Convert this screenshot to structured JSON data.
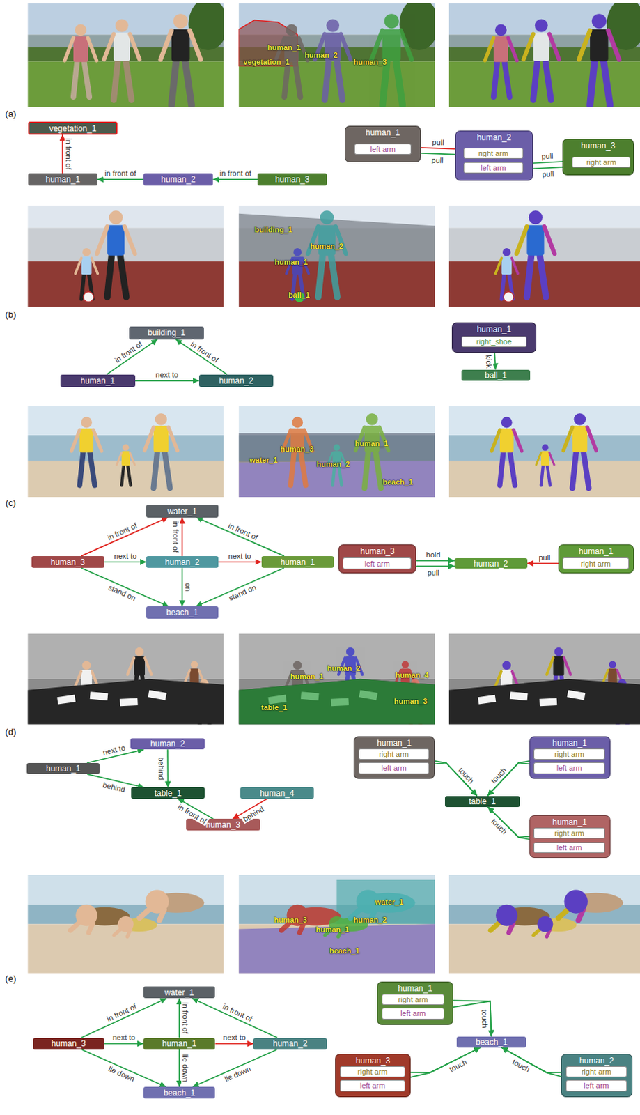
{
  "diagram": {
    "nodes": [
      {
        "text": [
          "vegetation_1"
        ]
      },
      {
        "text": [
          "human_1"
        ]
      },
      {
        "text": [
          "human_2"
        ]
      },
      {
        "text": [
          "human_3"
        ]
      },
      {
        "text": [
          "human_1"
        ]
      },
      {
        "text": [
          "left arm"
        ],
        "in": 4
      },
      {
        "text": [
          "human_2"
        ]
      },
      {
        "text": [
          "right arm"
        ],
        "in": 6
      },
      {
        "text": [
          "left arm"
        ],
        "in": 6
      },
      {
        "text": [
          "human_3"
        ]
      },
      {
        "text": [
          "right arm"
        ],
        "in": 9
      },
      {
        "text": [
          "building_1"
        ]
      },
      {
        "text": [
          "human_1"
        ]
      },
      {
        "text": [
          "human_2"
        ]
      },
      {
        "text": [
          "human_1"
        ]
      },
      {
        "text": [
          "right_shoe"
        ],
        "in": 14
      },
      {
        "text": [
          "ball_1"
        ]
      },
      {
        "text": [
          "water_1"
        ]
      },
      {
        "text": [
          "human_3"
        ]
      },
      {
        "text": [
          "human_2"
        ]
      },
      {
        "text": [
          "human_1"
        ]
      },
      {
        "text": [
          "beach_1"
        ]
      },
      {
        "text": [
          "human_3"
        ]
      },
      {
        "text": [
          "left arm"
        ],
        "in": 22
      },
      {
        "text": [
          "human_2"
        ]
      },
      {
        "text": [
          "human_1"
        ]
      },
      {
        "text": [
          "right arm"
        ],
        "in": 25
      },
      {
        "text": [
          "human_2"
        ]
      },
      {
        "text": [
          "human_1"
        ]
      },
      {
        "text": [
          "table_1"
        ]
      },
      {
        "text": [
          "human_4"
        ]
      },
      {
        "text": [
          "human_3"
        ]
      },
      {
        "text": [
          "human_1"
        ]
      },
      {
        "text": [
          "right arm"
        ],
        "in": 32
      },
      {
        "text": [
          "left arm"
        ],
        "in": 32
      },
      {
        "text": [
          "human_1"
        ]
      },
      {
        "text": [
          "right arm"
        ],
        "in": 35
      },
      {
        "text": [
          "left arm"
        ],
        "in": 35
      },
      {
        "text": [
          "table_1"
        ]
      },
      {
        "text": [
          "human_1"
        ]
      },
      {
        "text": [
          "right arm"
        ],
        "in": 39
      },
      {
        "text": [
          "left arm"
        ],
        "in": 39
      },
      {
        "text": [
          "water_1"
        ]
      },
      {
        "text": [
          "human_3"
        ]
      },
      {
        "text": [
          "human_1"
        ]
      },
      {
        "text": [
          "human_2"
        ]
      },
      {
        "text": [
          "beach_1"
        ]
      },
      {
        "text": [
          "human_1"
        ]
      },
      {
        "text": [
          "right arm"
        ],
        "in": 47
      },
      {
        "text": [
          "left arm"
        ],
        "in": 47
      },
      {
        "text": [
          "beach_1"
        ]
      },
      {
        "text": [
          "human_3"
        ]
      },
      {
        "text": [
          "right arm"
        ],
        "in": 51
      },
      {
        "text": [
          "left arm"
        ],
        "in": 51
      },
      {
        "text": [
          "human_2"
        ]
      },
      {
        "text": [
          "right arm"
        ],
        "in": 54
      },
      {
        "text": [
          "left arm"
        ],
        "in": 54
      }
    ],
    "edges": [
      {
        "from": 1,
        "to": 0,
        "arrow": "to",
        "label": "in front of"
      },
      {
        "from": 2,
        "to": 1,
        "arrow": "to",
        "label": "in front of"
      },
      {
        "from": 3,
        "to": 2,
        "arrow": "to",
        "label": "in front of"
      },
      {
        "from": 5,
        "to": 7,
        "arrow": "to",
        "label": "pull"
      },
      {
        "from": 7,
        "to": 5,
        "arrow": "to",
        "label": "pull"
      },
      {
        "from": 10,
        "to": 8,
        "arrow": "to",
        "label": "pull"
      },
      {
        "from": 8,
        "to": 10,
        "arrow": "to",
        "label": "pull"
      },
      {
        "from": 12,
        "to": 11,
        "arrow": "to",
        "label": "in front of"
      },
      {
        "from": 13,
        "to": 11,
        "arrow": "to",
        "label": "in front of"
      },
      {
        "from": 12,
        "to": 13,
        "arrow": "to",
        "label": "next to"
      },
      {
        "from": 15,
        "to": 16,
        "arrow": "to",
        "label": "kick"
      },
      {
        "from": 18,
        "to": 17,
        "arrow": "to",
        "label": "in front of"
      },
      {
        "from": 19,
        "to": 17,
        "arrow": "to",
        "label": "in front of"
      },
      {
        "from": 20,
        "to": 17,
        "arrow": "to",
        "label": "in front of"
      },
      {
        "from": 18,
        "to": 19,
        "arrow": "to",
        "label": "next to"
      },
      {
        "from": 19,
        "to": 20,
        "arrow": "to",
        "label": "next to"
      },
      {
        "from": 18,
        "to": 21,
        "arrow": "to",
        "label": "stand on"
      },
      {
        "from": 19,
        "to": 21,
        "arrow": "to",
        "label": "on"
      },
      {
        "from": 20,
        "to": 21,
        "arrow": "to",
        "label": "stand on"
      },
      {
        "from": 23,
        "to": 24,
        "arrow": "to",
        "label": "hold"
      },
      {
        "from": 23,
        "to": 24,
        "arrow": "to",
        "label": "pull"
      },
      {
        "from": 26,
        "to": 24,
        "arrow": "to",
        "label": "pull"
      },
      {
        "from": 28,
        "to": 27,
        "arrow": "to",
        "label": "next to"
      },
      {
        "from": 28,
        "to": 29,
        "arrow": "to",
        "label": "behind"
      },
      {
        "from": 27,
        "to": 29,
        "arrow": "to",
        "label": "behind"
      },
      {
        "from": 31,
        "to": 29,
        "arrow": "to",
        "label": "in front of"
      },
      {
        "from": 30,
        "to": 31,
        "arrow": "to",
        "label": "behind"
      },
      {
        "from": 33,
        "to": 38,
        "arrow": "to",
        "label": "touch"
      },
      {
        "from": 34,
        "to": 38,
        "arrow": "to"
      },
      {
        "from": 36,
        "to": 38,
        "arrow": "to",
        "label": "touch"
      },
      {
        "from": 37,
        "to": 38,
        "arrow": "to"
      },
      {
        "from": 40,
        "to": 38,
        "arrow": "to",
        "label": "touch"
      },
      {
        "from": 41,
        "to": 38,
        "arrow": "to"
      },
      {
        "from": 43,
        "to": 42,
        "arrow": "to",
        "label": "in front of"
      },
      {
        "from": 44,
        "to": 42,
        "arrow": "to",
        "label": "in front of"
      },
      {
        "from": 45,
        "to": 42,
        "arrow": "to",
        "label": "in front of"
      },
      {
        "from": 43,
        "to": 44,
        "arrow": "to",
        "label": "next to"
      },
      {
        "from": 44,
        "to": 45,
        "arrow": "to",
        "label": "next to"
      },
      {
        "from": 43,
        "to": 46,
        "arrow": "to",
        "label": "lie down"
      },
      {
        "from": 44,
        "to": 46,
        "arrow": "to",
        "label": "lie down"
      },
      {
        "from": 45,
        "to": 46,
        "arrow": "to",
        "label": "lie down"
      },
      {
        "from": 48,
        "to": 50,
        "arrow": "to",
        "label": "touch"
      },
      {
        "from": 49,
        "to": 50,
        "arrow": "to"
      },
      {
        "from": 52,
        "to": 50,
        "arrow": "to",
        "label": "touch"
      },
      {
        "from": 53,
        "to": 50,
        "arrow": "to"
      },
      {
        "from": 55,
        "to": 50,
        "arrow": "to",
        "label": "touch"
      },
      {
        "from": 56,
        "to": 50,
        "arrow": "to"
      }
    ],
    "labels": [
      "human_1",
      "vegetation_1",
      "human_2",
      "human_3",
      "(a)",
      "building_1",
      "human_2",
      "human_1",
      "ball_1",
      "(b)",
      "human_3",
      "human_1",
      "water_1",
      "human_2",
      "beach_1",
      "(c)",
      "human_2",
      "human_1",
      "human_4",
      "table_1",
      "human_3",
      "(d)",
      "water_1",
      "human_3",
      "human_2",
      "human_1",
      "beach_1",
      "(e)"
    ]
  }
}
